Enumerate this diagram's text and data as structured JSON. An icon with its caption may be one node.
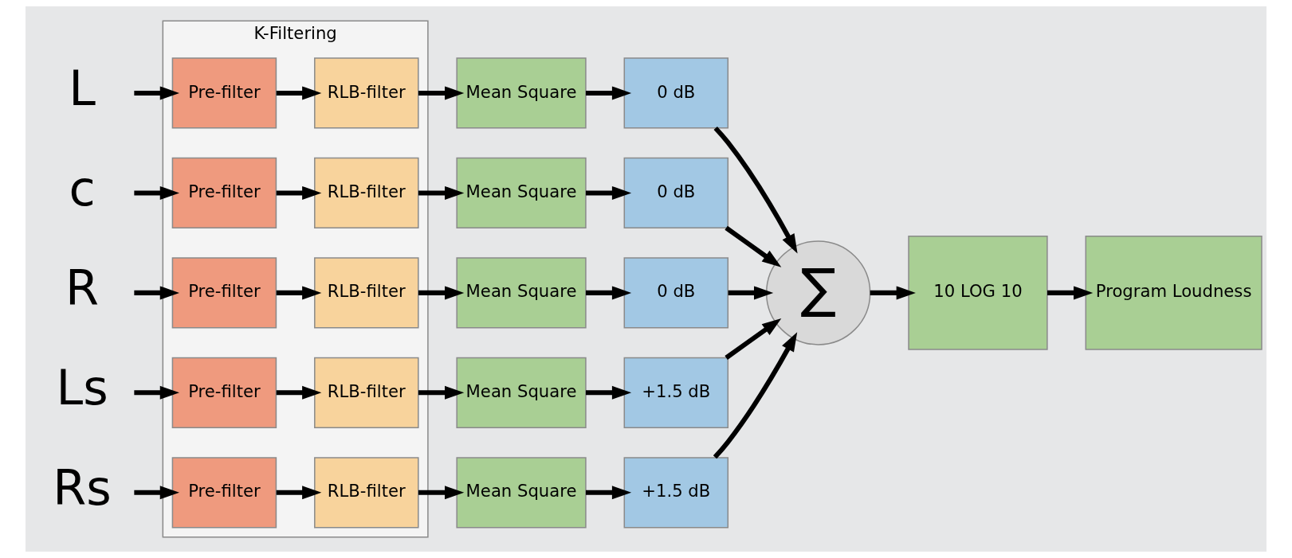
{
  "diagram": {
    "nodes": [
      {
        "text": [
          "L"
        ]
      },
      {
        "text": [
          "c"
        ]
      },
      {
        "text": [
          "R"
        ]
      },
      {
        "text": [
          "Ls"
        ]
      },
      {
        "text": [
          "Rs"
        ]
      },
      {
        "text": [
          "K-Filtering"
        ]
      },
      {
        "text": [
          "Pre-filter"
        ],
        "in": 5
      },
      {
        "text": [
          "Pre-filter"
        ],
        "in": 5
      },
      {
        "text": [
          "Pre-filter"
        ],
        "in": 5
      },
      {
        "text": [
          "Pre-filter"
        ],
        "in": 5
      },
      {
        "text": [
          "Pre-filter"
        ],
        "in": 5
      },
      {
        "text": [
          "RLB-filter"
        ],
        "in": 5
      },
      {
        "text": [
          "RLB-filter"
        ],
        "in": 5
      },
      {
        "text": [
          "RLB-filter"
        ],
        "in": 5
      },
      {
        "text": [
          "RLB-filter"
        ],
        "in": 5
      },
      {
        "text": [
          "RLB-filter"
        ],
        "in": 5
      },
      {
        "text": [
          "Mean Square"
        ]
      },
      {
        "text": [
          "Mean Square"
        ]
      },
      {
        "text": [
          "Mean Square"
        ]
      },
      {
        "text": [
          "Mean Square"
        ]
      },
      {
        "text": [
          "Mean Square"
        ]
      },
      {
        "text": [
          "0 dB"
        ]
      },
      {
        "text": [
          "0 dB"
        ]
      },
      {
        "text": [
          "0 dB"
        ]
      },
      {
        "text": [
          "+1.5 dB"
        ]
      },
      {
        "text": [
          "+1.5 dB"
        ]
      },
      {
        "text": [
          "∑"
        ]
      },
      {
        "text": [
          "10 LOG 10"
        ]
      },
      {
        "text": [
          "Program Loudness"
        ]
      }
    ],
    "edges": [
      {
        "from": 0,
        "to": 6,
        "arrow": "to"
      },
      {
        "from": 1,
        "to": 7,
        "arrow": "to"
      },
      {
        "from": 2,
        "to": 8,
        "arrow": "to"
      },
      {
        "from": 3,
        "to": 9,
        "arrow": "to"
      },
      {
        "from": 4,
        "to": 10,
        "arrow": "to"
      },
      {
        "from": 6,
        "to": 11,
        "arrow": "to"
      },
      {
        "from": 7,
        "to": 12,
        "arrow": "to"
      },
      {
        "from": 8,
        "to": 13,
        "arrow": "to"
      },
      {
        "from": 9,
        "to": 14,
        "arrow": "to"
      },
      {
        "from": 10,
        "to": 15,
        "arrow": "to"
      },
      {
        "from": 11,
        "to": 16,
        "arrow": "to"
      },
      {
        "from": 12,
        "to": 17,
        "arrow": "to"
      },
      {
        "from": 13,
        "to": 18,
        "arrow": "to"
      },
      {
        "from": 14,
        "to": 19,
        "arrow": "to"
      },
      {
        "from": 15,
        "to": 20,
        "arrow": "to"
      },
      {
        "from": 16,
        "to": 21,
        "arrow": "to"
      },
      {
        "from": 17,
        "to": 22,
        "arrow": "to"
      },
      {
        "from": 18,
        "to": 23,
        "arrow": "to"
      },
      {
        "from": 19,
        "to": 24,
        "arrow": "to"
      },
      {
        "from": 20,
        "to": 25,
        "arrow": "to"
      },
      {
        "from": 21,
        "to": 26,
        "arrow": "to"
      },
      {
        "from": 22,
        "to": 26,
        "arrow": "to"
      },
      {
        "from": 23,
        "to": 26,
        "arrow": "to"
      },
      {
        "from": 24,
        "to": 26,
        "arrow": "to"
      },
      {
        "from": 25,
        "to": 26,
        "arrow": "to"
      },
      {
        "from": 26,
        "to": 27,
        "arrow": "to"
      },
      {
        "from": 27,
        "to": 28,
        "arrow": "to"
      }
    ]
  }
}
